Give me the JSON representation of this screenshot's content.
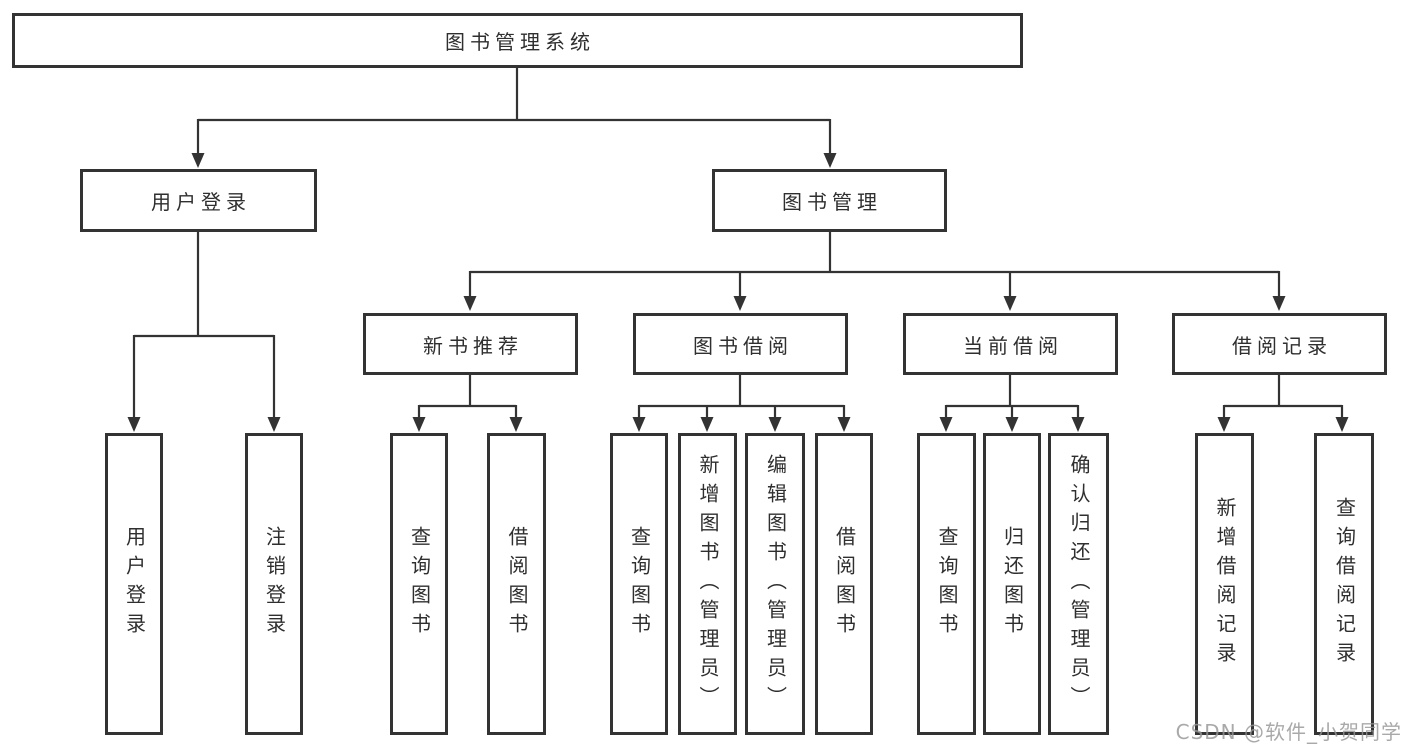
{
  "diagram": {
    "root": {
      "label": "图书管理系统"
    },
    "children": [
      {
        "label": "用户登录",
        "children": [
          {
            "label": "用户登录"
          },
          {
            "label": "注销登录"
          }
        ]
      },
      {
        "label": "图书管理",
        "children": [
          {
            "label": "新书推荐",
            "children": [
              {
                "label": "查询图书"
              },
              {
                "label": "借阅图书"
              }
            ]
          },
          {
            "label": "图书借阅",
            "children": [
              {
                "label": "查询图书"
              },
              {
                "label": "新增图书（管理员）"
              },
              {
                "label": "编辑图书（管理员）"
              },
              {
                "label": "借阅图书"
              }
            ]
          },
          {
            "label": "当前借阅",
            "children": [
              {
                "label": "查询图书"
              },
              {
                "label": "归还图书"
              },
              {
                "label": "确认归还（管理员）"
              }
            ]
          },
          {
            "label": "借阅记录",
            "children": [
              {
                "label": "新增借阅记录"
              },
              {
                "label": "查询借阅记录"
              }
            ]
          }
        ]
      }
    ]
  },
  "watermark": {
    "text": "CSDN @软件_小贺同学"
  },
  "colors": {
    "line": "#333333",
    "text": "#2f2f2f",
    "background": "#ffffff",
    "watermark": "#969696"
  }
}
